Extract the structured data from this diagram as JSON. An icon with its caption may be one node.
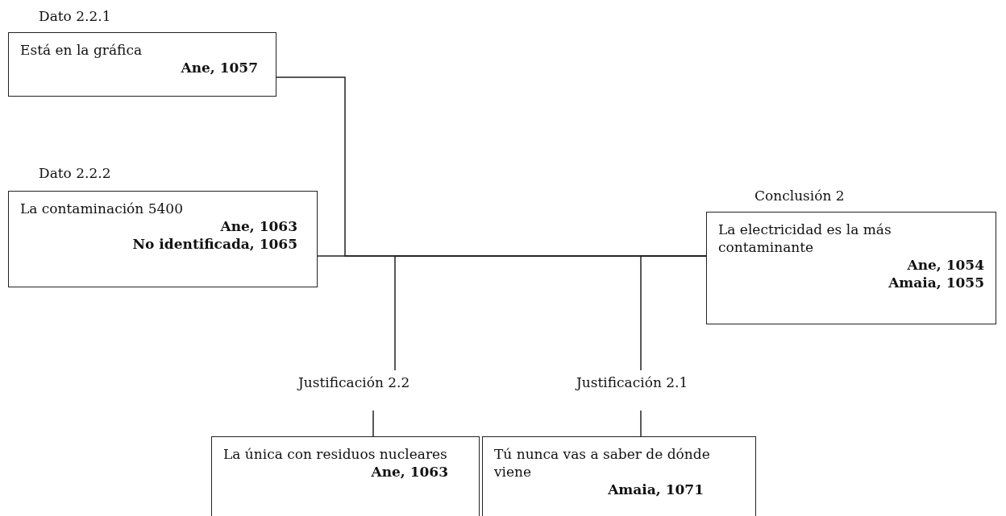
{
  "diagram": {
    "nodes": [
      {
        "text": [
          "Dato 2.2.1",
          "Está en la gráfica",
          "Ane, 1057"
        ]
      },
      {
        "text": [
          "Dato 2.2.2",
          "La contaminación 5400",
          "Ane, 1063",
          "No identificada, 1065"
        ]
      },
      {
        "text": [
          "Conclusión 2",
          "La electricidad es la más contaminante",
          "Ane, 1054",
          "Amaia, 1055"
        ]
      },
      {
        "text": [
          "Justificación 2.2"
        ]
      },
      {
        "text": [
          "La única con residuos nucleares",
          "Ane, 1063"
        ]
      },
      {
        "text": [
          "Justificación 2.1"
        ]
      },
      {
        "text": [
          "Tú nunca vas a saber de dónde viene",
          "Amaia, 1071"
        ]
      }
    ],
    "edges": [
      {
        "from": 0,
        "to": 2,
        "arrow": "none"
      },
      {
        "from": 1,
        "to": 2,
        "arrow": "none"
      },
      {
        "from": 3,
        "to": 2,
        "arrow": "none"
      },
      {
        "from": 3,
        "to": 4,
        "arrow": "none"
      },
      {
        "from": 5,
        "to": 2,
        "arrow": "none"
      },
      {
        "from": 5,
        "to": 6,
        "arrow": "none"
      }
    ]
  }
}
